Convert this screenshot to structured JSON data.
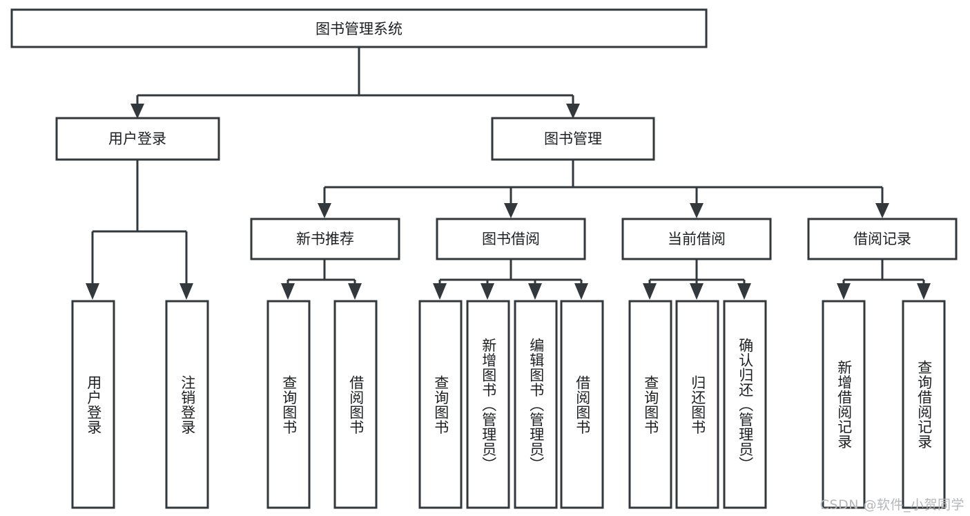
{
  "diagram": {
    "type": "tree",
    "title": "图书管理系统",
    "orientation": "top-down",
    "colors": {
      "box_stroke": "#33383c",
      "box_fill": "#ffffff",
      "connector": "#33383c",
      "text": "#1d1f21",
      "watermark": "#b4b7ba",
      "background": "#ffffff"
    },
    "root": {
      "label": "图书管理系统"
    },
    "level2": [
      {
        "label": "用户登录"
      },
      {
        "label": "图书管理"
      }
    ],
    "level3": [
      {
        "label": "新书推荐"
      },
      {
        "label": "图书借阅"
      },
      {
        "label": "当前借阅"
      },
      {
        "label": "借阅记录"
      }
    ],
    "leaves": {
      "user_login": [
        {
          "label": "用户登录"
        },
        {
          "label": "注销登录"
        }
      ],
      "new_book_recommend": [
        {
          "label": "查询图书"
        },
        {
          "label": "借阅图书"
        }
      ],
      "book_borrow": [
        {
          "label": "查询图书"
        },
        {
          "label": "新增图书（管理员）"
        },
        {
          "label": "编辑图书（管理员）"
        },
        {
          "label": "借阅图书"
        }
      ],
      "current_borrow": [
        {
          "label": "查询图书"
        },
        {
          "label": "归还图书"
        },
        {
          "label": "确认归还（管理员）"
        }
      ],
      "borrow_record": [
        {
          "label": "新增借阅记录"
        },
        {
          "label": "查询借阅记录"
        }
      ]
    }
  },
  "watermark": {
    "text": "CSDN @软件_小贺同学"
  }
}
